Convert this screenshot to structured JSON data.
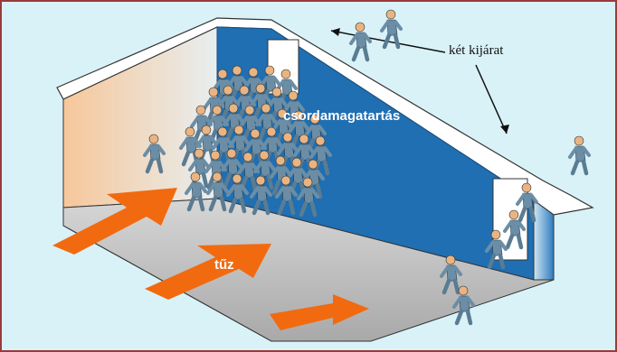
{
  "labels": {
    "exits": "két kijárat",
    "herd_behavior": "csordamagatartás",
    "fire": "tűz"
  },
  "colors": {
    "frame_border": "#9c3a3a",
    "background": "#d9f2f7",
    "back_wall": "#1f6fb2",
    "floor": "#bcbcbc",
    "arrow": "#f26a10",
    "person": "#6b8ea6"
  },
  "icons": [
    "person-icon",
    "fire-arrow-icon",
    "exit-door-icon"
  ]
}
